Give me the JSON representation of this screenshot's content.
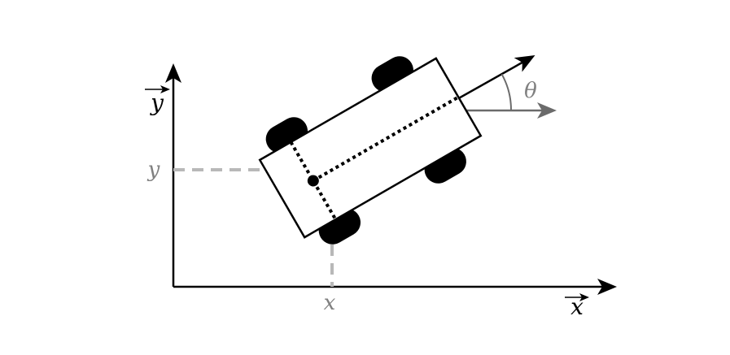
{
  "diagram": {
    "axis_x_label": "x",
    "axis_y_label": "y",
    "coord_x_label": "x",
    "coord_y_label": "y",
    "heading_label": "θ",
    "colors": {
      "ink": "#000000",
      "guide": "#b8b8b8",
      "label_gray": "#808080",
      "heading_ref": "#6b6b6b",
      "background": "#ffffff"
    }
  }
}
